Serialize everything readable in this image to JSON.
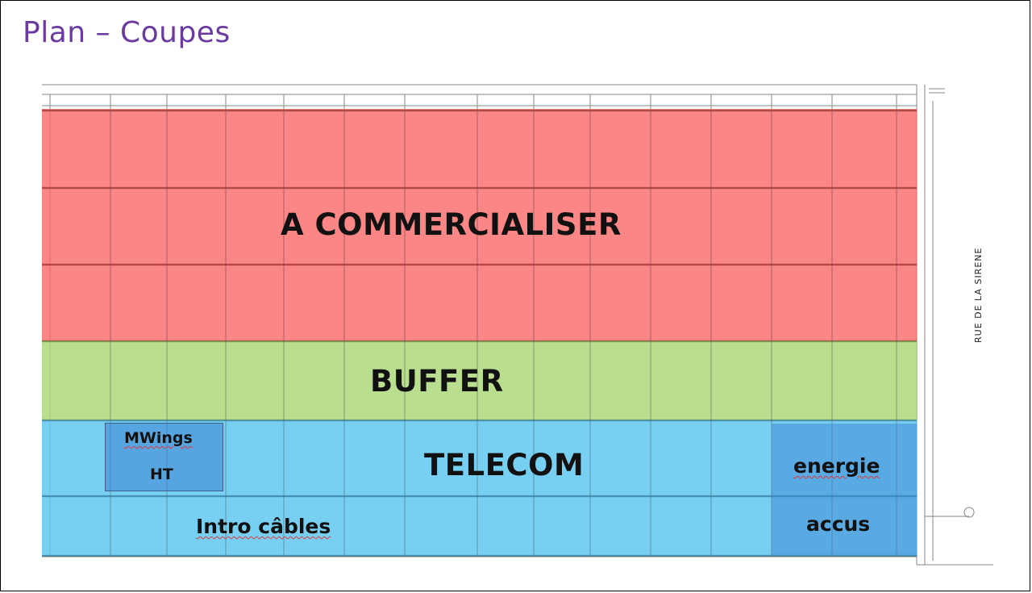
{
  "slide": {
    "title": "Plan – Coupes"
  },
  "zones": {
    "commercialiser": "A COMMERCIALISER",
    "buffer": "BUFFER",
    "telecom": "TELECOM",
    "mwings_line1": "MWings",
    "mwings_line2": "HT",
    "energie": "energie",
    "accus": "accus",
    "intro_cables": "Intro câbles"
  },
  "drawing": {
    "street_name": "RUE DE LA SIRENE"
  },
  "colors": {
    "title": "#6a3aa0",
    "commercialiser": "#fa6464",
    "buffer": "#aad778",
    "telecom": "#5fc8f0",
    "rooms": "#3c82d2"
  }
}
